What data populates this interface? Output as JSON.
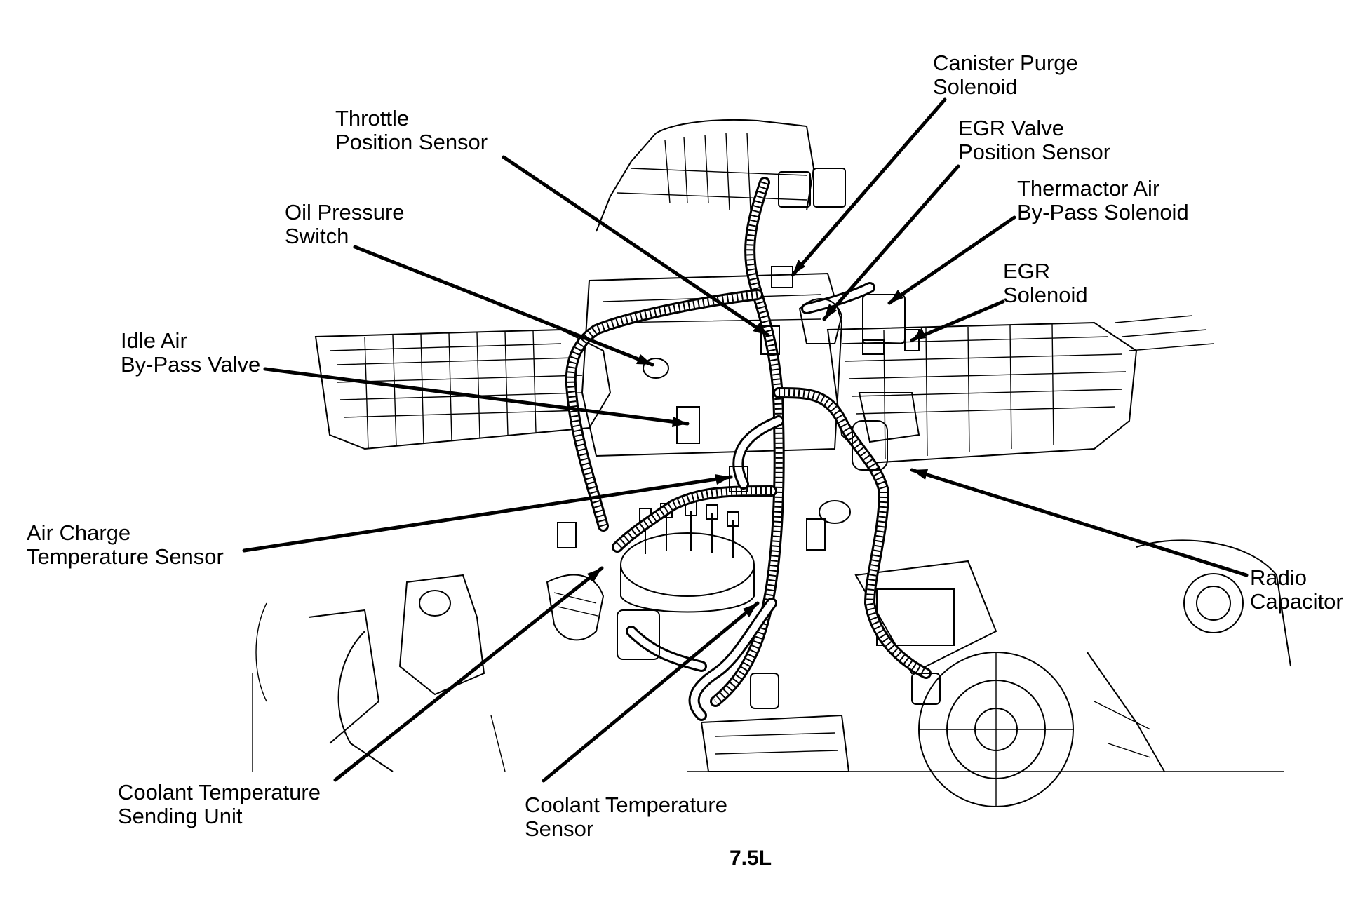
{
  "diagram": {
    "caption": "7.5L",
    "labels": {
      "canister_purge_solenoid": [
        "Canister Purge",
        "Solenoid"
      ],
      "throttle_position_sensor": [
        "Throttle",
        "Position Sensor"
      ],
      "egr_valve_position_sensor": [
        "EGR Valve",
        "Position Sensor"
      ],
      "thermactor_air_bypass_solenoid": [
        "Thermactor Air",
        "By-Pass Solenoid"
      ],
      "oil_pressure_switch": [
        "Oil Pressure",
        "Switch"
      ],
      "egr_solenoid": [
        "EGR",
        "Solenoid"
      ],
      "idle_air_bypass_valve": [
        "Idle Air",
        "By-Pass Valve"
      ],
      "air_charge_temperature_sensor": [
        "Air Charge",
        "Temperature Sensor"
      ],
      "radio_capacitor": [
        "Radio",
        "Capacitor"
      ],
      "coolant_temperature_sending_unit": [
        "Coolant Temperature",
        "Sending Unit"
      ],
      "coolant_temperature_sensor": [
        "Coolant Temperature",
        "Sensor"
      ]
    }
  }
}
